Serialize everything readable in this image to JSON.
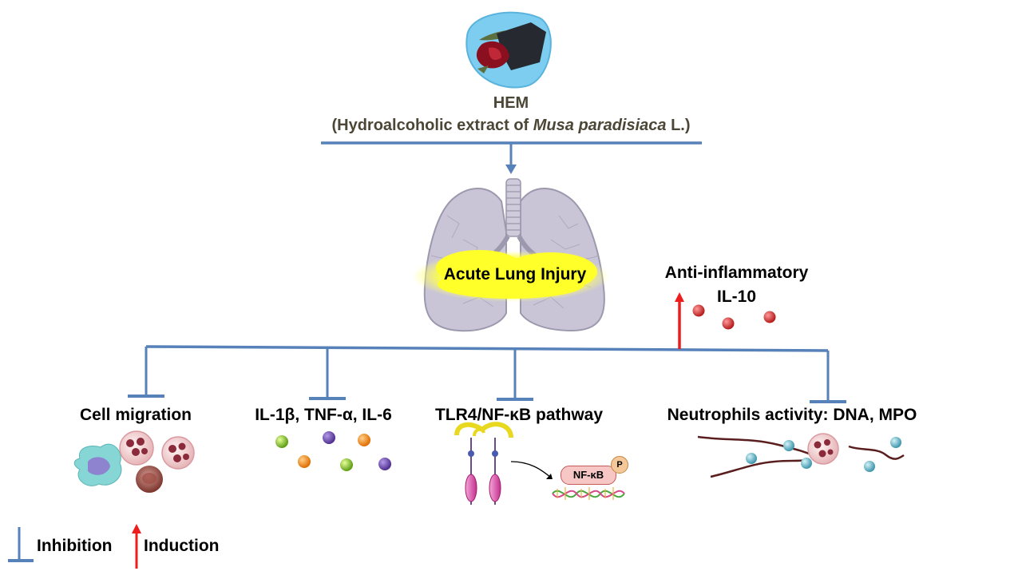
{
  "source": {
    "name": "HEM",
    "description_prefix": "(Hydroalcoholic extract of ",
    "description_species": "Musa paradisiaca",
    "description_suffix": " L.)"
  },
  "center": {
    "label": "Acute Lung Injury"
  },
  "induced": {
    "line1": "Anti-inflammatory",
    "line2": "IL-10"
  },
  "inhibited_targets": [
    {
      "label": "Cell migration"
    },
    {
      "label": "IL-1β, TNF-α,  IL-6"
    },
    {
      "label": "TLR4/NF-κB pathway"
    },
    {
      "label": "Neutrophils  activity: DNA, MPO"
    }
  ],
  "icons": {
    "nfkb_label": "NF-κB",
    "phospho_label": "P"
  },
  "legend": {
    "inhibition": "Inhibition",
    "induction": "Induction"
  },
  "colors": {
    "inhibition": "#5681b9",
    "induction": "#ee1c1c",
    "highlight": "#ffff33",
    "lung": "#c9c5d6",
    "hem_bg": "#7ccdf0",
    "il10_dot": "#cc2a2a"
  }
}
